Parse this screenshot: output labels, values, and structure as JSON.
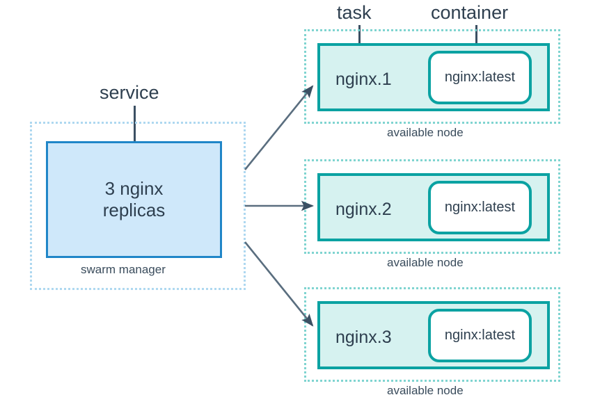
{
  "diagram": {
    "title_labels": {
      "service": "service",
      "task": "task",
      "container": "container"
    },
    "manager": {
      "caption": "swarm manager",
      "service_line1": "3 nginx",
      "service_line2": "replicas"
    },
    "nodes": [
      {
        "task_label": "nginx.1",
        "container_label": "nginx:latest",
        "caption": "available node"
      },
      {
        "task_label": "nginx.2",
        "container_label": "nginx:latest",
        "caption": "available node"
      },
      {
        "task_label": "nginx.3",
        "container_label": "nginx:latest",
        "caption": "available node"
      }
    ],
    "colors": {
      "service_border": "#2086c8",
      "service_fill": "#cfe8fa",
      "task_border": "#0ba2a2",
      "task_fill": "#d6f2f0",
      "node_dotted": "#7fd4d0",
      "manager_dotted": "#aed8f0",
      "arrow": "#5a6e7f",
      "text": "#2e3f4f",
      "background": "#ffffff"
    }
  }
}
